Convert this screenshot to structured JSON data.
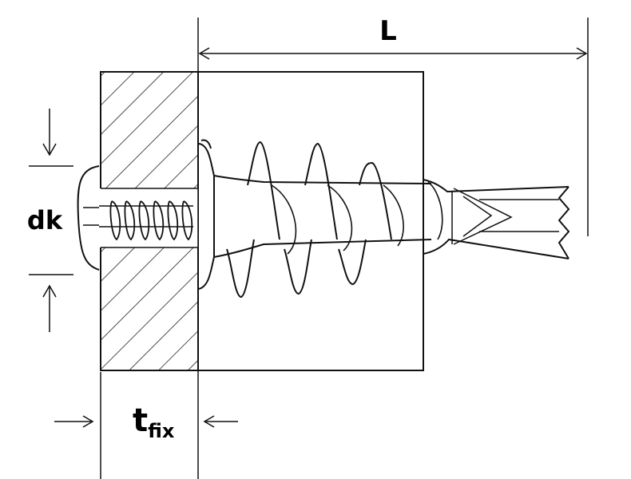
{
  "labels": {
    "length": "L",
    "head_diameter": "dk",
    "fixture_thickness_main": "t",
    "fixture_thickness_sub": "fix"
  },
  "colors": {
    "stroke": "#111111",
    "background": "#ffffff",
    "hatch": "#222222"
  }
}
